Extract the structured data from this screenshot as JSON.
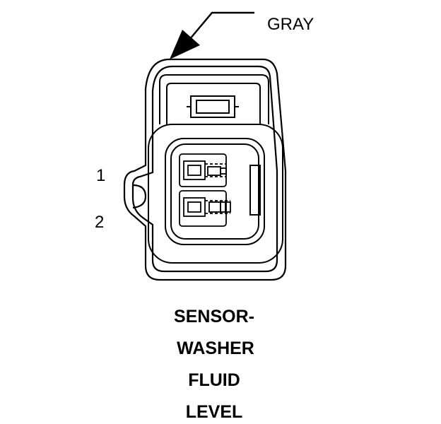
{
  "callout": {
    "color_label": "GRAY"
  },
  "pins": [
    {
      "label": "1"
    },
    {
      "label": "2"
    }
  ],
  "title_lines": [
    "SENSOR-",
    "WASHER",
    "FLUID",
    "LEVEL"
  ],
  "colors": {
    "line": "#000000",
    "background": "#ffffff"
  }
}
